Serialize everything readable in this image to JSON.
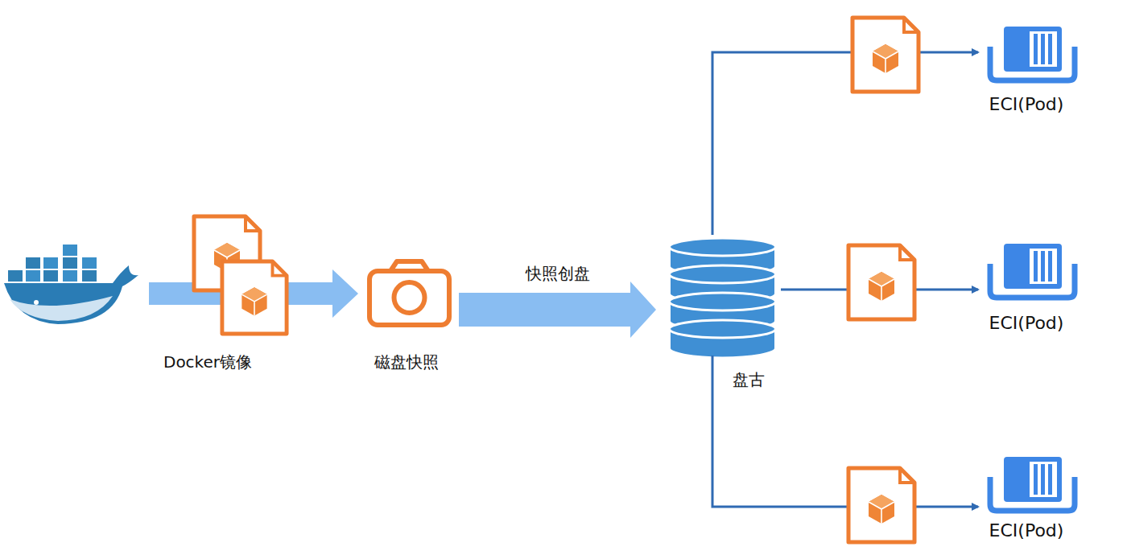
{
  "diagram": {
    "nodes": [
      {
        "text": [
          "Docker镜像"
        ]
      },
      {
        "text": [
          "磁盘快照"
        ]
      },
      {
        "text": [
          "盘古"
        ]
      },
      {
        "text": [
          "ECI(Pod)"
        ]
      },
      {
        "text": [
          "ECI(Pod)"
        ]
      },
      {
        "text": [
          "ECI(Pod)"
        ]
      }
    ],
    "edges": [
      {
        "from": 0,
        "to": 1,
        "arrow": "to"
      },
      {
        "from": 1,
        "to": 2,
        "label": "快照创盘",
        "arrow": "to"
      },
      {
        "from": 2,
        "to": 3,
        "arrow": "to"
      },
      {
        "from": 2,
        "to": 4,
        "arrow": "to"
      },
      {
        "from": 2,
        "to": 5,
        "arrow": "to"
      }
    ]
  }
}
